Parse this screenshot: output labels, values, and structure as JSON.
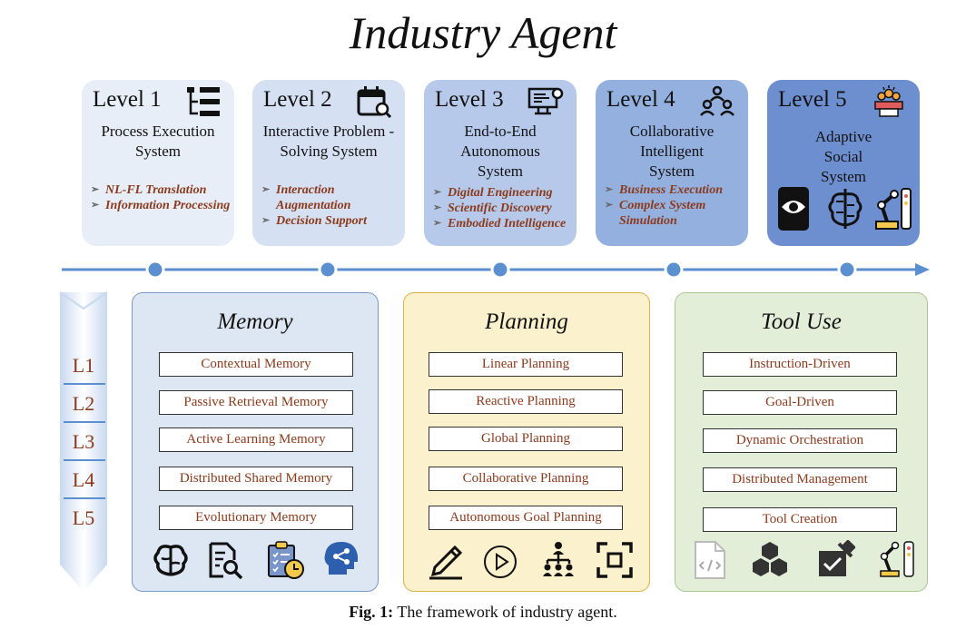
{
  "title": "Industry Agent",
  "levels": [
    {
      "name": "Level 1",
      "subtitle": "Process Execution System",
      "bullets": [
        "NL-FL Translation",
        "Information Processing"
      ],
      "icon": "hierarchy-list-icon",
      "color": "#e8eef8"
    },
    {
      "name": "Level 2",
      "subtitle": "Interactive Problem -Solving System",
      "bullets": [
        "Interaction Augmentation",
        "Decision Support"
      ],
      "icon": "calendar-search-icon",
      "color": "#d5e0f2"
    },
    {
      "name": "Level 3",
      "subtitle": "End-to-End Autonomous System",
      "bullets": [
        "Digital Engineering",
        "Scientific Discovery",
        "Embodied Intelligence"
      ],
      "icon": "monitor-gear-icon",
      "color": "#b6c9ea"
    },
    {
      "name": "Level 4",
      "subtitle": "Collaborative Intelligent System",
      "bullets": [
        "Business Execution",
        "Complex System Simulation"
      ],
      "icon": "team-network-icon",
      "color": "#94b0df"
    },
    {
      "name": "Level 5",
      "subtitle": "Adaptive Social System",
      "bullets": [],
      "icon": "group-podium-icon",
      "color": "#6d8fd0"
    }
  ],
  "level5_icons": [
    "eye-tablet-icon",
    "brain-circuit-icon",
    "robot-arm-icon"
  ],
  "level_labels": [
    "L1",
    "L2",
    "L3",
    "L4",
    "L5"
  ],
  "panels": [
    {
      "title": "Memory",
      "items": [
        "Contextual Memory",
        "Passive Retrieval Memory",
        "Active Learning Memory",
        "Distributed Shared Memory",
        "Evolutionary Memory"
      ],
      "icons": [
        "brain-icon",
        "document-search-icon",
        "clipboard-clock-icon",
        "head-network-icon"
      ],
      "bg": "#dde7f4",
      "border": "#7a9ac6"
    },
    {
      "title": "Planning",
      "items": [
        "Linear Planning",
        "Reactive Planning",
        "Global Planning",
        "Collaborative Planning",
        "Autonomous Goal Planning"
      ],
      "icons": [
        "pencil-icon",
        "play-circle-icon",
        "org-chart-icon",
        "focus-frame-icon"
      ],
      "bg": "#fbf1cc",
      "border": "#d9b24a"
    },
    {
      "title": "Tool Use",
      "items": [
        "Instruction-Driven",
        "Goal-Driven",
        "Dynamic Orchestration",
        "Distributed Management",
        "Tool Creation"
      ],
      "icons": [
        "code-file-icon",
        "hexagon-cluster-icon",
        "toolbox-check-icon",
        "robot-arm-icon"
      ],
      "bg": "#e3eed9",
      "border": "#a9c795"
    }
  ],
  "caption": {
    "label": "Fig. 1:",
    "text": " The framework of industry agent."
  },
  "accent_color": "#5b8fd0",
  "text_accent": "#8b3a1c"
}
